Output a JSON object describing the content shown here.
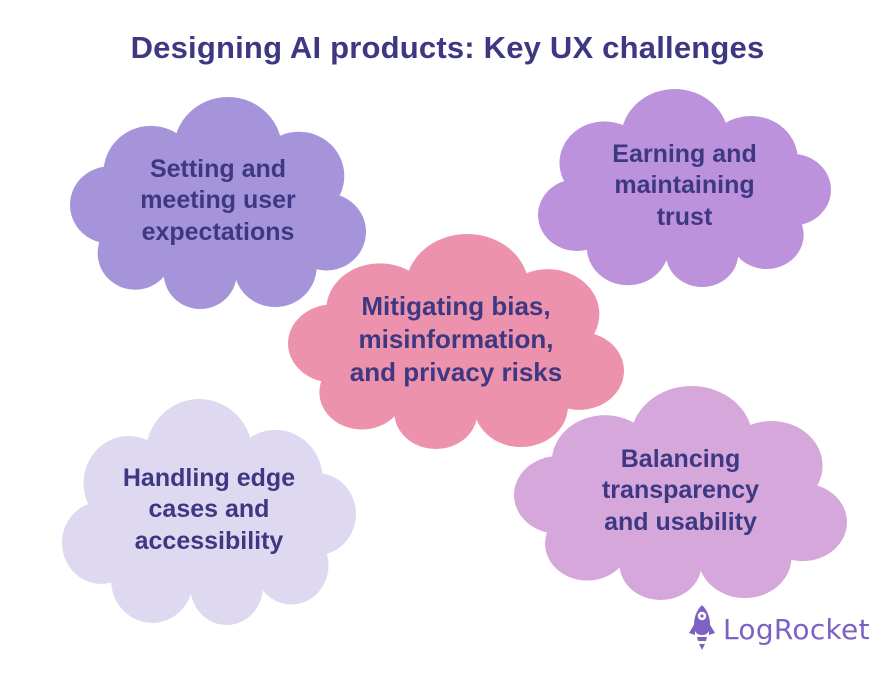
{
  "title": "Designing AI products: Key UX challenges",
  "colors": {
    "background": "#ffffff",
    "title_text": "#3e3883",
    "cloud_text": "#3e3883",
    "logo_purple": "#7d62c3"
  },
  "clouds": [
    {
      "id": "setting-expectations",
      "lines": [
        "Setting and",
        "meeting user",
        "expectations"
      ],
      "color": "#a694da"
    },
    {
      "id": "earning-trust",
      "lines": [
        "Earning and",
        "maintaining",
        "trust"
      ],
      "color": "#bd92dc"
    },
    {
      "id": "mitigating-bias",
      "lines": [
        "Mitigating bias,",
        "misinformation,",
        "and privacy risks"
      ],
      "color": "#ec92ac"
    },
    {
      "id": "edge-cases",
      "lines": [
        "Handling edge",
        "cases and",
        "accessibility"
      ],
      "color": "#ded9f0"
    },
    {
      "id": "balancing-transparency",
      "lines": [
        "Balancing",
        "transparency",
        "and usability"
      ],
      "color": "#d6a7da"
    }
  ],
  "logo": {
    "text": "LogRocket",
    "icon": "rocket-icon"
  }
}
